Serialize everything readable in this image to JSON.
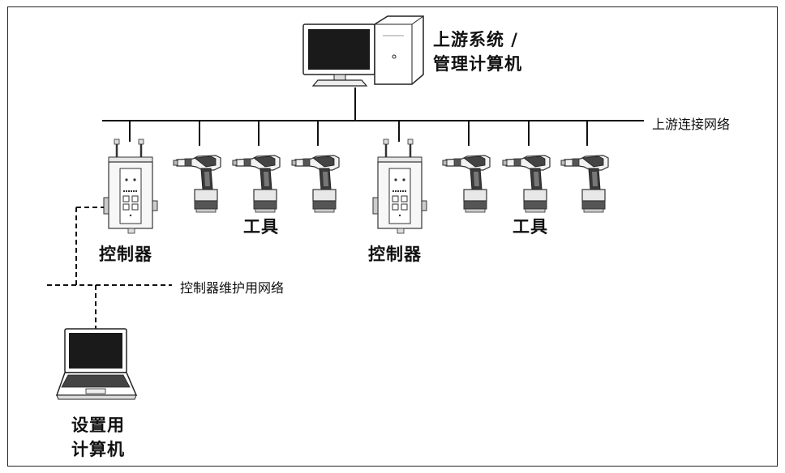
{
  "diagram": {
    "host_label_line1": "上游系统 /",
    "host_label_line2": "管理计算机",
    "upstream_network_label": "上游连接网络",
    "maintenance_network_label": "控制器维护用网络",
    "controller_label_1": "控制器",
    "controller_label_2": "控制器",
    "tools_label_1": "工具",
    "tools_label_2": "工具",
    "pc_label_line1": "设置用",
    "pc_label_line2": "计算机"
  }
}
